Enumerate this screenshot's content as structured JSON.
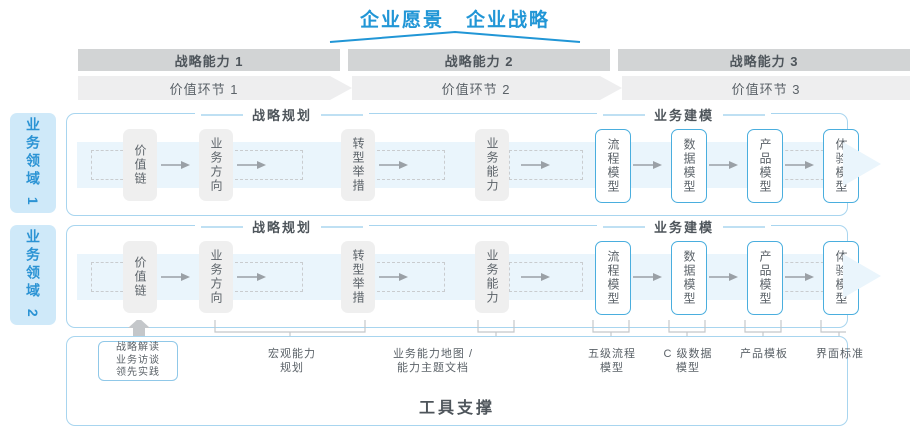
{
  "header": {
    "titles": [
      "企业愿景",
      "企业战略"
    ],
    "accent_color": "#2196d6"
  },
  "capabilities": [
    {
      "label": "战略能力 1"
    },
    {
      "label": "战略能力 2"
    },
    {
      "label": "战略能力 3"
    }
  ],
  "value_chain": [
    {
      "label": "价值环节 1"
    },
    {
      "label": "价值环节 2"
    },
    {
      "label": "价值环节 3"
    }
  ],
  "domains": [
    {
      "side_label": "业务领域 1",
      "sections": [
        {
          "label": "战略规划"
        },
        {
          "label": "业务建模"
        }
      ],
      "boxes": [
        {
          "label": "价值链",
          "style": "gray"
        },
        {
          "label": "业务方向",
          "style": "gray"
        },
        {
          "label": "转型举措",
          "style": "gray"
        },
        {
          "label": "业务能力",
          "style": "gray"
        },
        {
          "label": "流程模型",
          "style": "blue"
        },
        {
          "label": "数据模型",
          "style": "blue"
        },
        {
          "label": "产品模型",
          "style": "blue"
        },
        {
          "label": "体验模型",
          "style": "blue"
        }
      ]
    },
    {
      "side_label": "业务领域 2",
      "sections": [
        {
          "label": "战略规划"
        },
        {
          "label": "业务建模"
        }
      ],
      "boxes": [
        {
          "label": "价值链",
          "style": "gray"
        },
        {
          "label": "业务方向",
          "style": "gray"
        },
        {
          "label": "转型举措",
          "style": "gray"
        },
        {
          "label": "业务能力",
          "style": "gray"
        },
        {
          "label": "流程模型",
          "style": "blue"
        },
        {
          "label": "数据模型",
          "style": "blue"
        },
        {
          "label": "产品模型",
          "style": "blue"
        },
        {
          "label": "体验模型",
          "style": "blue"
        }
      ]
    }
  ],
  "tools": {
    "highlight_box": [
      "战略解读",
      "业务访谈",
      "领先实践"
    ],
    "labels": [
      {
        "lines": [
          "宏观能力",
          "规划"
        ]
      },
      {
        "lines": [
          "业务能力地图 /",
          "能力主题文档"
        ]
      },
      {
        "lines": [
          "五级流程",
          "模型"
        ]
      },
      {
        "lines": [
          "C 级数据",
          "模型"
        ]
      },
      {
        "lines": [
          "产品模板"
        ]
      },
      {
        "lines": [
          "界面标准"
        ]
      }
    ],
    "footer": "工具支撑"
  },
  "colors": {
    "blue": "#2196d6",
    "light_blue": "#cfe9f9",
    "band": "#eaf5fc",
    "gray_bar": "#d2d4d5",
    "gray_bar_light": "#eeeeef",
    "box_gray": "#efefef",
    "border_blue": "#a8d5ef"
  }
}
